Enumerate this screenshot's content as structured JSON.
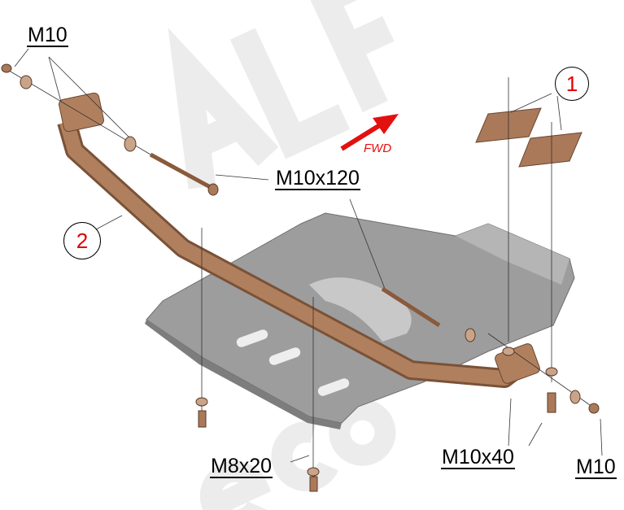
{
  "labels": {
    "top_left": "M10",
    "long_bolt": "M10x120",
    "small_bolt": "M8x20",
    "mid_bolt": "M10x40",
    "bottom_right": "M10"
  },
  "callouts": {
    "plates": "1",
    "bracket": "2"
  },
  "direction": {
    "text": "FWD",
    "color": "#e31010"
  },
  "watermark": {
    "text": "ALF eco"
  },
  "colors": {
    "plate": "#9a9a9a",
    "bracket": "#a9795a",
    "callout_number": "#e00000"
  }
}
